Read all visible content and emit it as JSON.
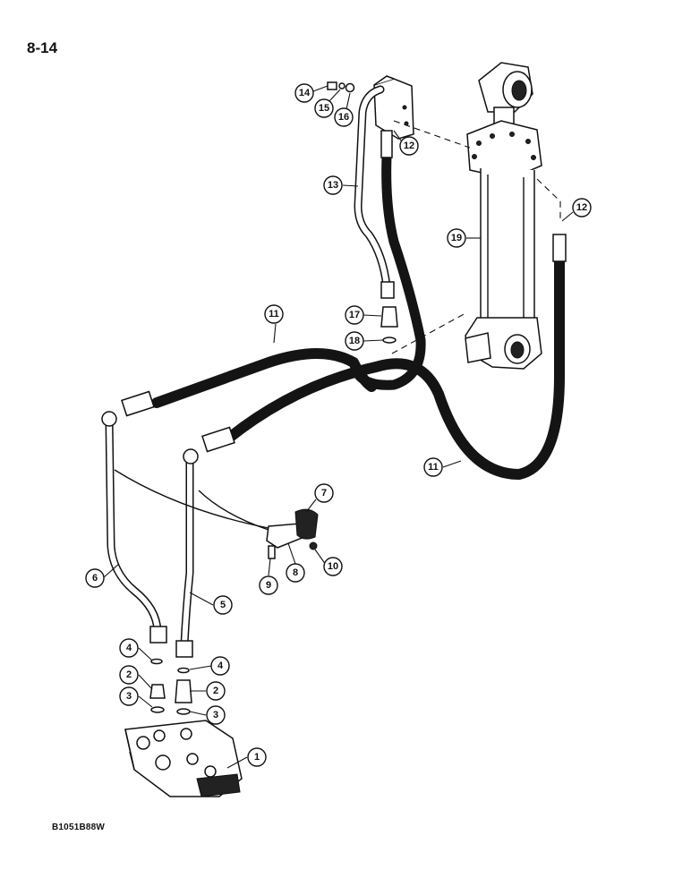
{
  "page_number": "8-14",
  "figure_id": "B1051B88W",
  "callouts": [
    {
      "label": "1"
    },
    {
      "label": "2"
    },
    {
      "label": "2"
    },
    {
      "label": "3"
    },
    {
      "label": "3"
    },
    {
      "label": "4"
    },
    {
      "label": "4"
    },
    {
      "label": "5"
    },
    {
      "label": "6"
    },
    {
      "label": "7"
    },
    {
      "label": "8"
    },
    {
      "label": "9"
    },
    {
      "label": "10"
    },
    {
      "label": "11"
    },
    {
      "label": "11"
    },
    {
      "label": "12"
    },
    {
      "label": "12"
    },
    {
      "label": "13"
    },
    {
      "label": "14"
    },
    {
      "label": "15"
    },
    {
      "label": "16"
    },
    {
      "label": "17"
    },
    {
      "label": "18"
    },
    {
      "label": "19"
    }
  ]
}
